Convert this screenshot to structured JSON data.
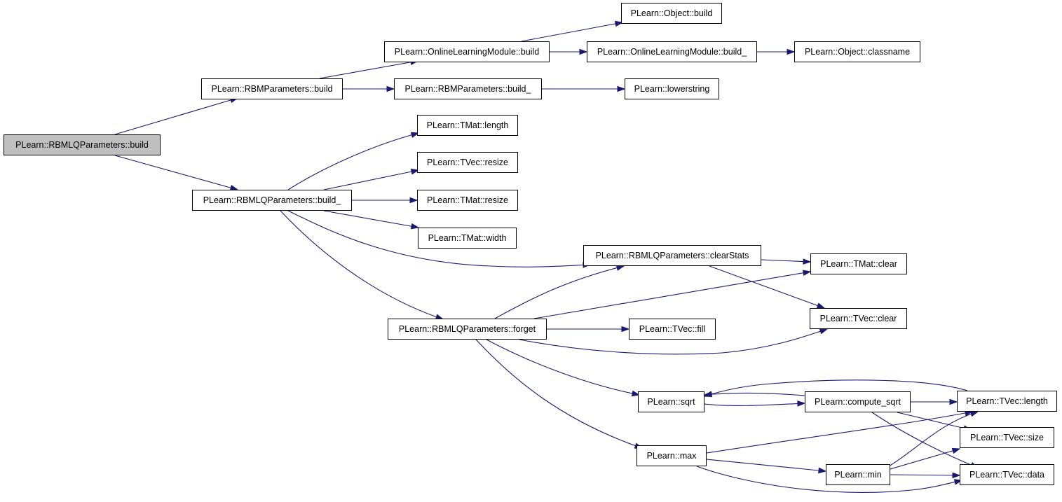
{
  "colors": {
    "edge": "#191970",
    "root_fill": "#bfbfbf",
    "node_fill": "#ffffff",
    "node_border": "#000000"
  },
  "nodes": [
    {
      "id": "rbmlq_build",
      "label": "PLearn::RBMLQParameters::build",
      "root": true
    },
    {
      "id": "rbm_build",
      "label": "PLearn::RBMParameters::build"
    },
    {
      "id": "olm_build",
      "label": "PLearn::OnlineLearningModule::build"
    },
    {
      "id": "obj_build",
      "label": "PLearn::Object::build"
    },
    {
      "id": "olm_build_",
      "label": "PLearn::OnlineLearningModule::build_"
    },
    {
      "id": "obj_classname",
      "label": "PLearn::Object::classname"
    },
    {
      "id": "rbm_build_",
      "label": "PLearn::RBMParameters::build_"
    },
    {
      "id": "lowerstring",
      "label": "PLearn::lowerstring"
    },
    {
      "id": "rbmlq_build_",
      "label": "PLearn::RBMLQParameters::build_"
    },
    {
      "id": "tmat_length",
      "label": "PLearn::TMat::length"
    },
    {
      "id": "tvec_resize",
      "label": "PLearn::TVec::resize"
    },
    {
      "id": "tmat_resize",
      "label": "PLearn::TMat::resize"
    },
    {
      "id": "tmat_width",
      "label": "PLearn::TMat::width"
    },
    {
      "id": "clearstats",
      "label": "PLearn::RBMLQParameters::clearStats"
    },
    {
      "id": "tmat_clear",
      "label": "PLearn::TMat::clear"
    },
    {
      "id": "tvec_clear",
      "label": "PLearn::TVec::clear"
    },
    {
      "id": "forget",
      "label": "PLearn::RBMLQParameters::forget"
    },
    {
      "id": "tvec_fill",
      "label": "PLearn::TVec::fill"
    },
    {
      "id": "sqrt",
      "label": "PLearn::sqrt"
    },
    {
      "id": "compute_sqrt",
      "label": "PLearn::compute_sqrt"
    },
    {
      "id": "tvec_length",
      "label": "PLearn::TVec::length"
    },
    {
      "id": "tvec_size",
      "label": "PLearn::TVec::size"
    },
    {
      "id": "max",
      "label": "PLearn::max"
    },
    {
      "id": "min",
      "label": "PLearn::min"
    },
    {
      "id": "tvec_data",
      "label": "PLearn::TVec::data"
    }
  ],
  "edges": [
    [
      "rbmlq_build",
      "rbm_build"
    ],
    [
      "rbmlq_build",
      "rbmlq_build_"
    ],
    [
      "rbm_build",
      "olm_build"
    ],
    [
      "rbm_build",
      "rbm_build_"
    ],
    [
      "olm_build",
      "obj_build"
    ],
    [
      "olm_build",
      "olm_build_"
    ],
    [
      "olm_build_",
      "obj_classname"
    ],
    [
      "rbm_build_",
      "lowerstring"
    ],
    [
      "rbmlq_build_",
      "tmat_length"
    ],
    [
      "rbmlq_build_",
      "tvec_resize"
    ],
    [
      "rbmlq_build_",
      "tmat_resize"
    ],
    [
      "rbmlq_build_",
      "tmat_width"
    ],
    [
      "rbmlq_build_",
      "clearstats"
    ],
    [
      "rbmlq_build_",
      "forget"
    ],
    [
      "clearstats",
      "tmat_clear"
    ],
    [
      "clearstats",
      "tvec_clear"
    ],
    [
      "forget",
      "clearstats"
    ],
    [
      "forget",
      "tmat_clear"
    ],
    [
      "forget",
      "tvec_fill"
    ],
    [
      "forget",
      "tvec_clear"
    ],
    [
      "forget",
      "sqrt"
    ],
    [
      "forget",
      "max"
    ],
    [
      "sqrt",
      "compute_sqrt"
    ],
    [
      "compute_sqrt",
      "sqrt"
    ],
    [
      "compute_sqrt",
      "tvec_length"
    ],
    [
      "compute_sqrt",
      "tvec_size"
    ],
    [
      "compute_sqrt",
      "tvec_data"
    ],
    [
      "tvec_length",
      "sqrt"
    ],
    [
      "max",
      "tvec_length"
    ],
    [
      "max",
      "min"
    ],
    [
      "max",
      "tvec_data"
    ],
    [
      "min",
      "tvec_length"
    ],
    [
      "min",
      "tvec_size"
    ],
    [
      "min",
      "tvec_data"
    ]
  ]
}
